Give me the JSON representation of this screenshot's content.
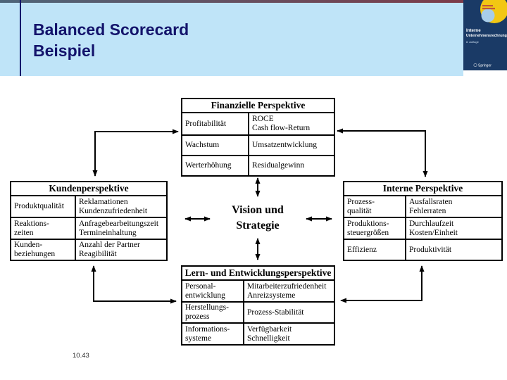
{
  "slide": {
    "title_line1": "Balanced Scorecard",
    "title_line2": "Beispiel",
    "page_number": "10.43",
    "vision_line1": "Vision und",
    "vision_line2": "Strategie"
  },
  "book_cover": {
    "title_line1": "Interne",
    "title_line2": "Unternehmensrechnung",
    "edition": "8. Auflage",
    "publisher": "Springer"
  },
  "tables": {
    "financial": {
      "title": "Finanzielle Perspektive",
      "rows": [
        {
          "label": "Profitabilität",
          "measures": "ROCE\nCash flow-Return"
        },
        {
          "label": "Wachstum",
          "measures": "Umsatzentwicklung"
        },
        {
          "label": "Werterhöhung",
          "measures": "Residualgewinn"
        }
      ]
    },
    "customer": {
      "title": "Kundenperspektive",
      "rows": [
        {
          "label": "Produktqualität",
          "measures": "Reklamationen\nKundenzufriedenheit"
        },
        {
          "label": "Reaktions-\nzeiten",
          "measures": "Anfragebearbeitungszeit\nTermineinhaltung"
        },
        {
          "label": "Kunden-\nbeziehungen",
          "measures": "Anzahl der Partner\nReagibilität"
        }
      ]
    },
    "internal": {
      "title": "Interne Perspektive",
      "rows": [
        {
          "label": "Prozess-\nqualität",
          "measures": "Ausfallsraten\nFehlerraten"
        },
        {
          "label": "Produktions-\nsteuergrößen",
          "measures": "Durchlaufzeit\nKosten/Einheit"
        },
        {
          "label": "Effizienz",
          "measures": "Produktivität"
        }
      ]
    },
    "learning": {
      "title": "Lern- und Entwicklungsperspektive",
      "rows": [
        {
          "label": "Personal-\nentwicklung",
          "measures": "Mitarbeiterzufriedenheit\nAnreizsysteme"
        },
        {
          "label": "Herstellungs-\nprozess",
          "measures": "Prozess-Stabilität"
        },
        {
          "label": "Informations-\nsysteme",
          "measures": "Verfügbarkeit\nSchnelligkeit"
        }
      ]
    }
  }
}
